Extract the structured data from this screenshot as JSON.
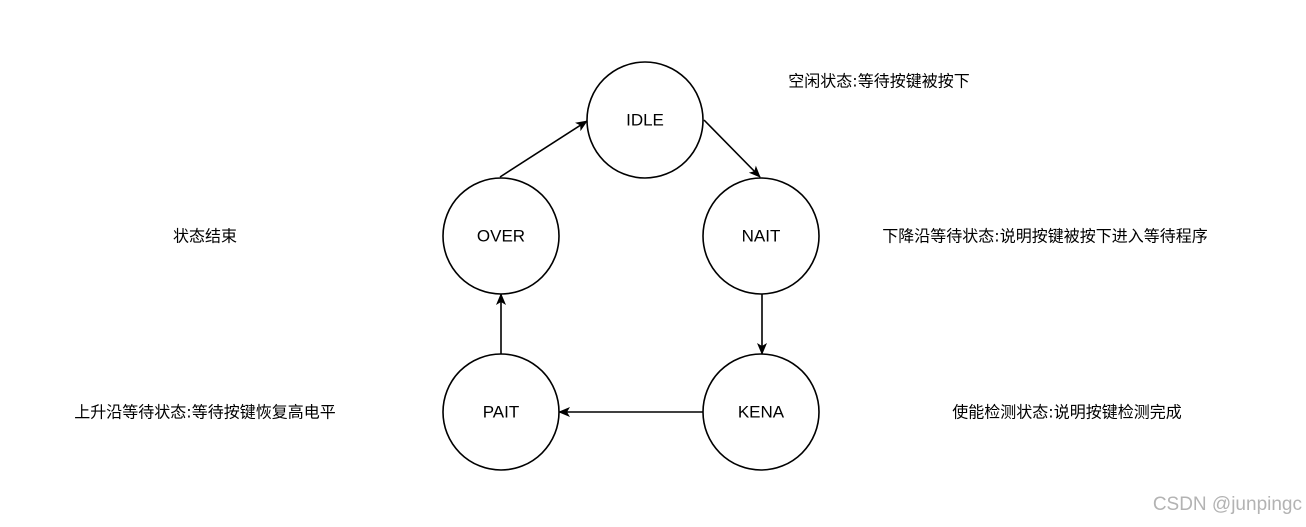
{
  "nodes": {
    "idle": "IDLE",
    "nait": "NAIT",
    "kena": "KENA",
    "pait": "PAIT",
    "over": "OVER"
  },
  "annotations": {
    "idle": "空闲状态:等待按键被按下",
    "nait": "下降沿等待状态:说明按键被按下进入等待程序",
    "kena": "使能检测状态:说明按键检测完成",
    "pait": "上升沿等待状态:等待按键恢复高电平",
    "over": "状态结束"
  },
  "watermark": "CSDN @junpingc",
  "colors": {
    "stroke": "#000000",
    "fill": "#ffffff",
    "watermark": "#b3b3b3"
  }
}
